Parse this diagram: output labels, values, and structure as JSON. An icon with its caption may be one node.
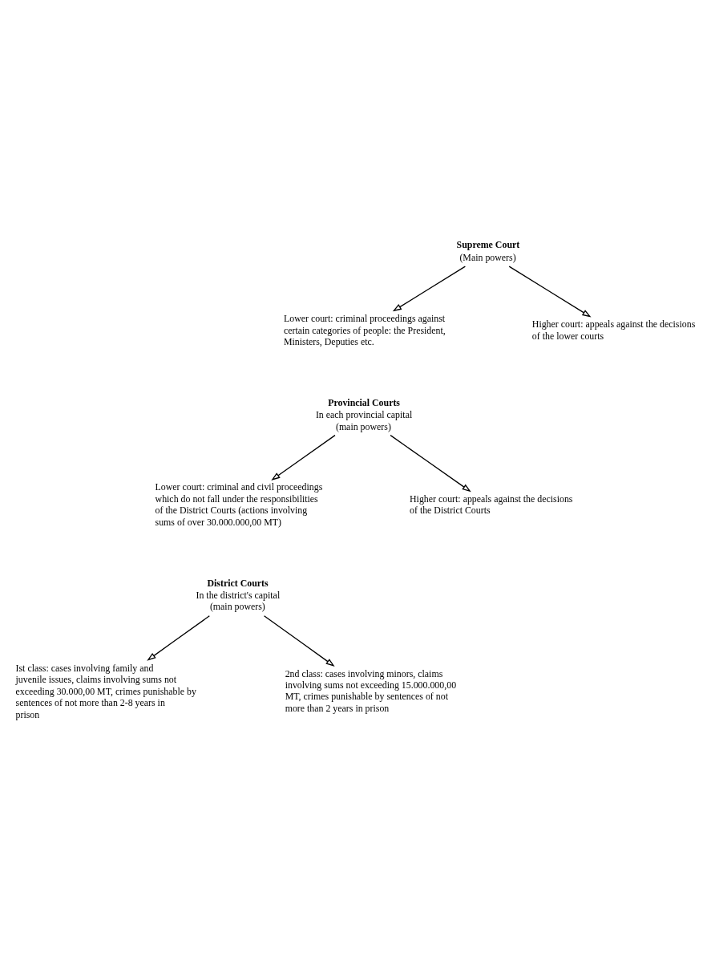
{
  "diagram": {
    "nodes": [
      {
        "text": [
          "Supreme Court",
          "(Main powers)"
        ]
      },
      {
        "text": [
          "Lower court: criminal proceedings against certain categories of people: the President, Ministers, Deputies etc."
        ]
      },
      {
        "text": [
          "Higher court: appeals against the decisions of the lower courts"
        ]
      },
      {
        "text": [
          "Provincial Courts",
          "In each provincial capital (main powers)"
        ]
      },
      {
        "text": [
          "Lower court: criminal and civil proceedings which do not fall under the responsibilities of the District Courts (actions involving sums of over 30.000.000,00 MT)"
        ]
      },
      {
        "text": [
          "Higher court: appeals against the decisions of the District Courts"
        ]
      },
      {
        "text": [
          "District Courts",
          "In the district's capital (main powers)"
        ]
      },
      {
        "text": [
          "Ist class: cases involving family and juvenile issues, claims involving sums not exceeding 30.000,00 MT, crimes punishable by sentences of not more than 2-8 years in prison"
        ]
      },
      {
        "text": [
          "2nd class: cases involving minors, claims involving sums not exceeding 15.000.000,00 MT, crimes punishable by sentences of not more than 2 years in prison"
        ]
      }
    ],
    "edges": [
      {
        "from": 0,
        "to": 1,
        "arrow": "to"
      },
      {
        "from": 0,
        "to": 2,
        "arrow": "to"
      },
      {
        "from": 3,
        "to": 4,
        "arrow": "to"
      },
      {
        "from": 3,
        "to": 5,
        "arrow": "to"
      },
      {
        "from": 6,
        "to": 7,
        "arrow": "to"
      },
      {
        "from": 6,
        "to": 8,
        "arrow": "to"
      }
    ]
  }
}
